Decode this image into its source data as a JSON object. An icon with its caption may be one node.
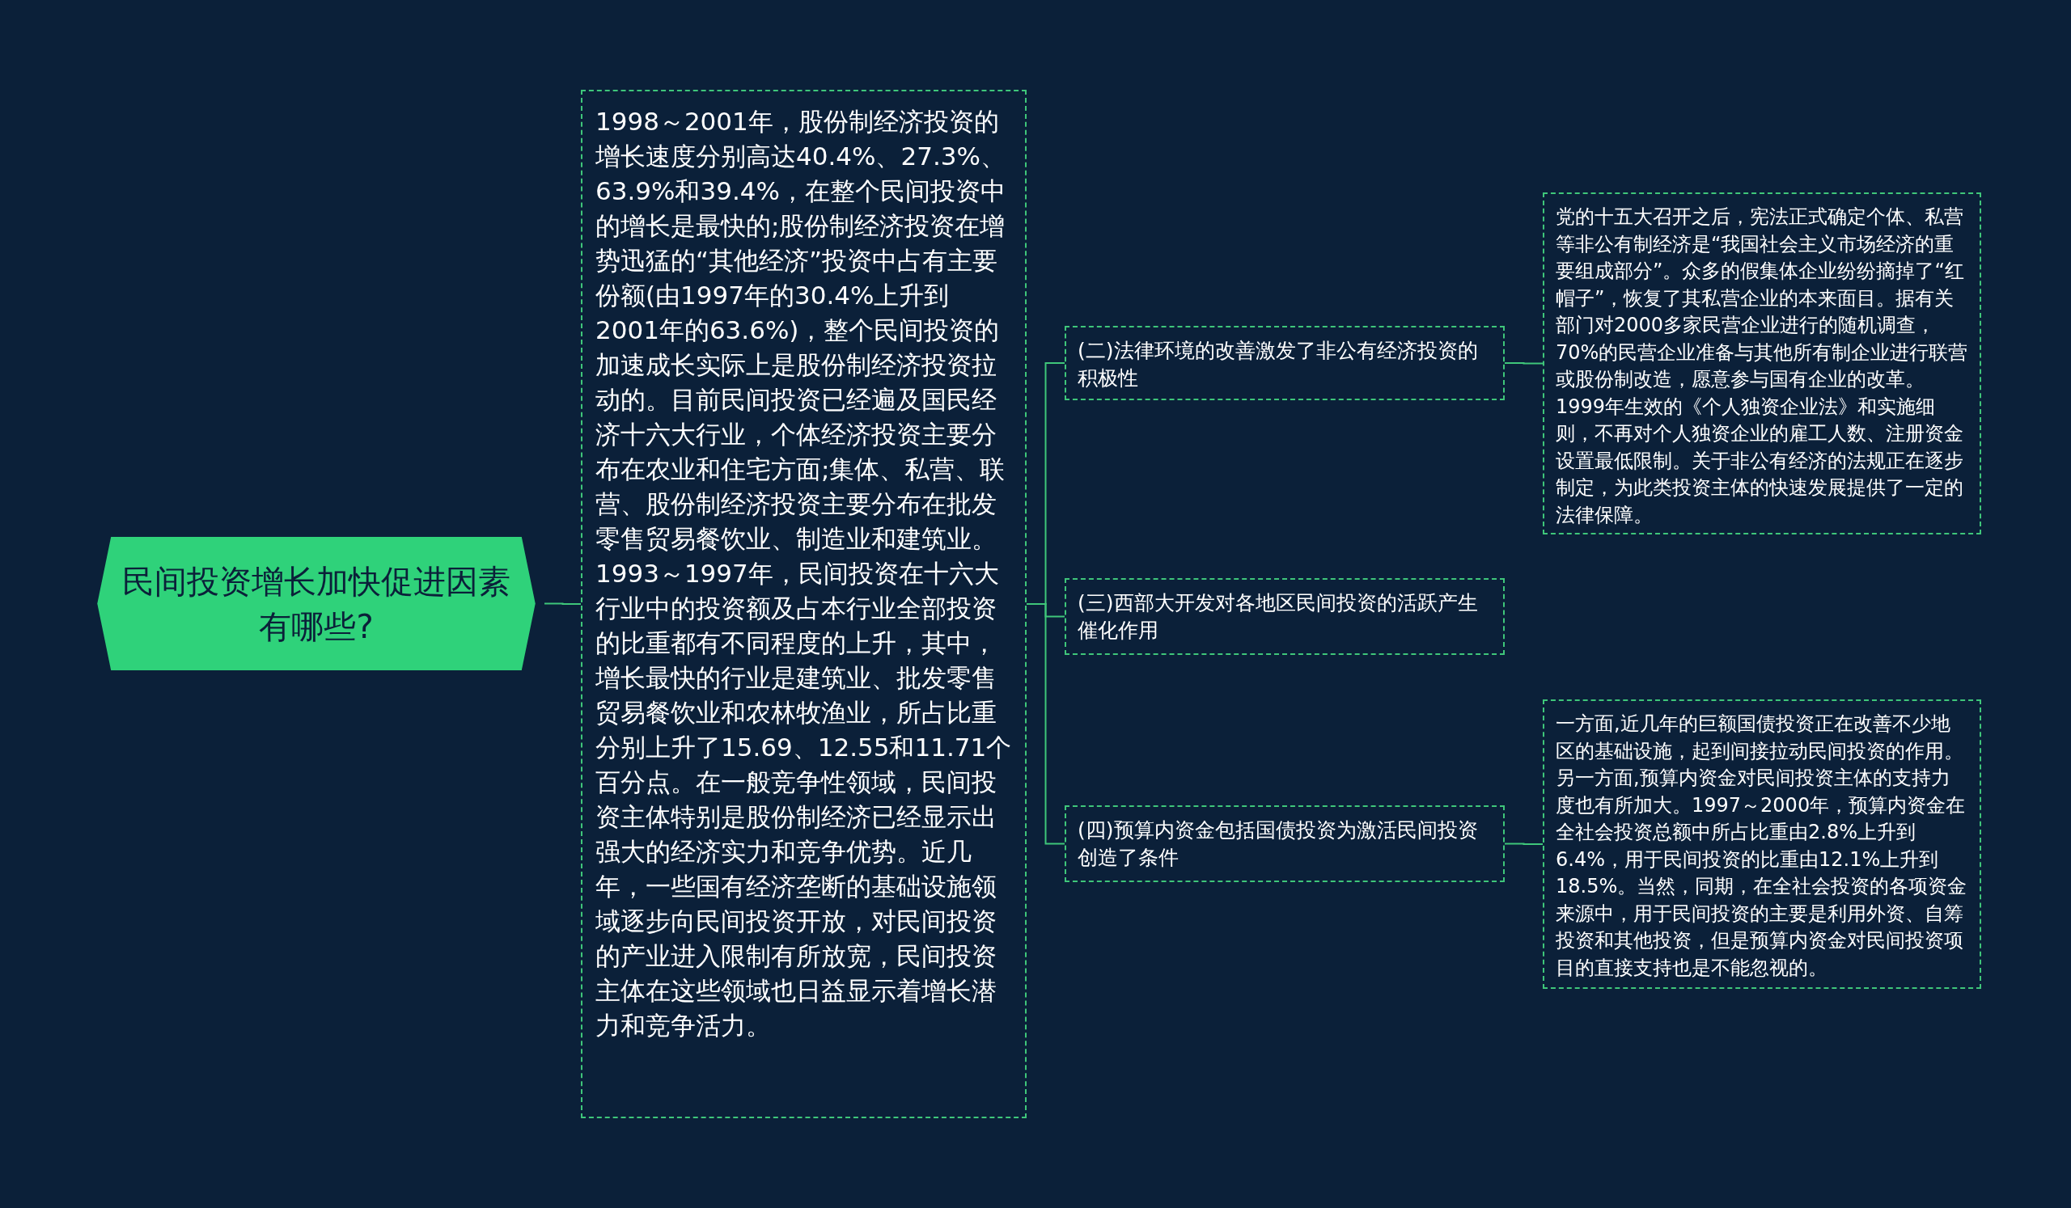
{
  "diagram": {
    "nodes": [
      {
        "text": [
          "民间投资增长加快促进因素有哪些?"
        ]
      },
      {
        "text": [
          "1998～2001年，股份制经济投资的增长速度分别高达40.4%、27.3%、63.9%和39.4%，在整个民间投资中的增长是最快的;股份制经济投资在增势迅猛的“其他经济”投资中占有主要份额(由1997年的30.4%上升到2001年的63.6%)，整个民间投资的加速成长实际上是股份制经济投资拉动的。目前民间投资已经遍及国民经济十六大行业，个体经济投资主要分布在农业和住宅方面;集体、私营、联营、股份制经济投资主要分布在批发零售贸易餐饮业、制造业和建筑业。1993～1997年，民间投资在十六大行业中的投资额及占本行业全部投资的比重都有不同程度的上升，其中，增长最快的行业是建筑业、批发零售贸易餐饮业和农林牧渔业，所占比重分别上升了15.69、12.55和11.71个百分点。在一般竞争性领域，民间投资主体特别是股份制经济已经显示出强大的经济实力和竞争优势。近几年，一些国有经济垄断的基础设施领域逐步向民间投资开放，对民间投资的产业进入限制有所放宽，民间投资主体在这些领域也日益显示着增长潜力和竞争活力。"
        ]
      },
      {
        "text": [
          "(二)法律环境的改善激发了非公有经济投资的积极性"
        ]
      },
      {
        "text": [
          "(三)西部大开发对各地区民间投资的活跃产生催化作用"
        ]
      },
      {
        "text": [
          "(四)预算内资金包括国债投资为激活民间投资创造了条件"
        ]
      },
      {
        "text": [
          "党的十五大召开之后，宪法正式确定个体、私营等非公有制经济是“我国社会主义市场经济的重要组成部分”。众多的假集体企业纷纷摘掉了“红帽子”，恢复了其私营企业的本来面目。据有关部门对2000多家民营企业进行的随机调查，70%的民营企业准备与其他所有制企业进行联营或股份制改造，愿意参与国有企业的改革。1999年生效的《个人独资企业法》和实施细则，不再对个人独资企业的雇工人数、注册资金设置最低限制。关于非公有经济的法规正在逐步制定，为此类投资主体的快速发展提供了一定的法律保障。"
        ]
      },
      {
        "text": [
          "一方面,近几年的巨额国债投资正在改善不少地区的基础设施，起到间接拉动民间投资的作用。另一方面,预算内资金对民间投资主体的支持力度也有所加大。1997～2000年，预算内资金在全社会投资总额中所占比重由2.8%上升到6.4%，用于民间投资的比重由12.1%上升到18.5%。当然，同期，在全社会投资的各项资金来源中，用于民间投资的主要是利用外资、自筹投资和其他投资，但是预算内资金对民间投资项目的直接支持也是不能忽视的。"
        ]
      }
    ],
    "edges": [
      {
        "from": 0,
        "to": 1,
        "arrow": "none"
      },
      {
        "from": 1,
        "to": 2,
        "arrow": "none"
      },
      {
        "from": 1,
        "to": 3,
        "arrow": "none"
      },
      {
        "from": 1,
        "to": 4,
        "arrow": "none"
      },
      {
        "from": 2,
        "to": 5,
        "arrow": "none"
      },
      {
        "from": 4,
        "to": 6,
        "arrow": "none"
      }
    ]
  }
}
